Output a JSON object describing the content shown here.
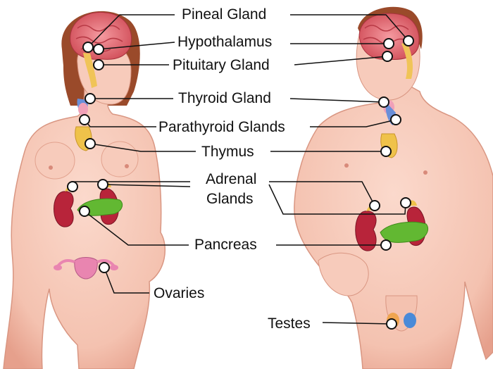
{
  "labels": {
    "pineal": "Pineal Gland",
    "hypothalamus": "Hypothalamus",
    "pituitary": "Pituitary Gland",
    "thyroid": "Thyroid Gland",
    "parathyroid": "Parathyroid Glands",
    "thymus": "Thymus",
    "adrenal_line1": "Adrenal",
    "adrenal_line2": "Glands",
    "pancreas": "Pancreas",
    "ovaries": "Ovaries",
    "testes": "Testes"
  },
  "colors": {
    "skin": "#f6c9b8",
    "skin_shadow": "#e6a08c",
    "hair": "#9a4a2a",
    "brain": "#e26b72",
    "gland_yellow": "#efc24a",
    "thyroid_pink": "#f0a0b8",
    "kidney": "#b8243a",
    "pancreas": "#62b832",
    "leader_line": "#111111"
  }
}
